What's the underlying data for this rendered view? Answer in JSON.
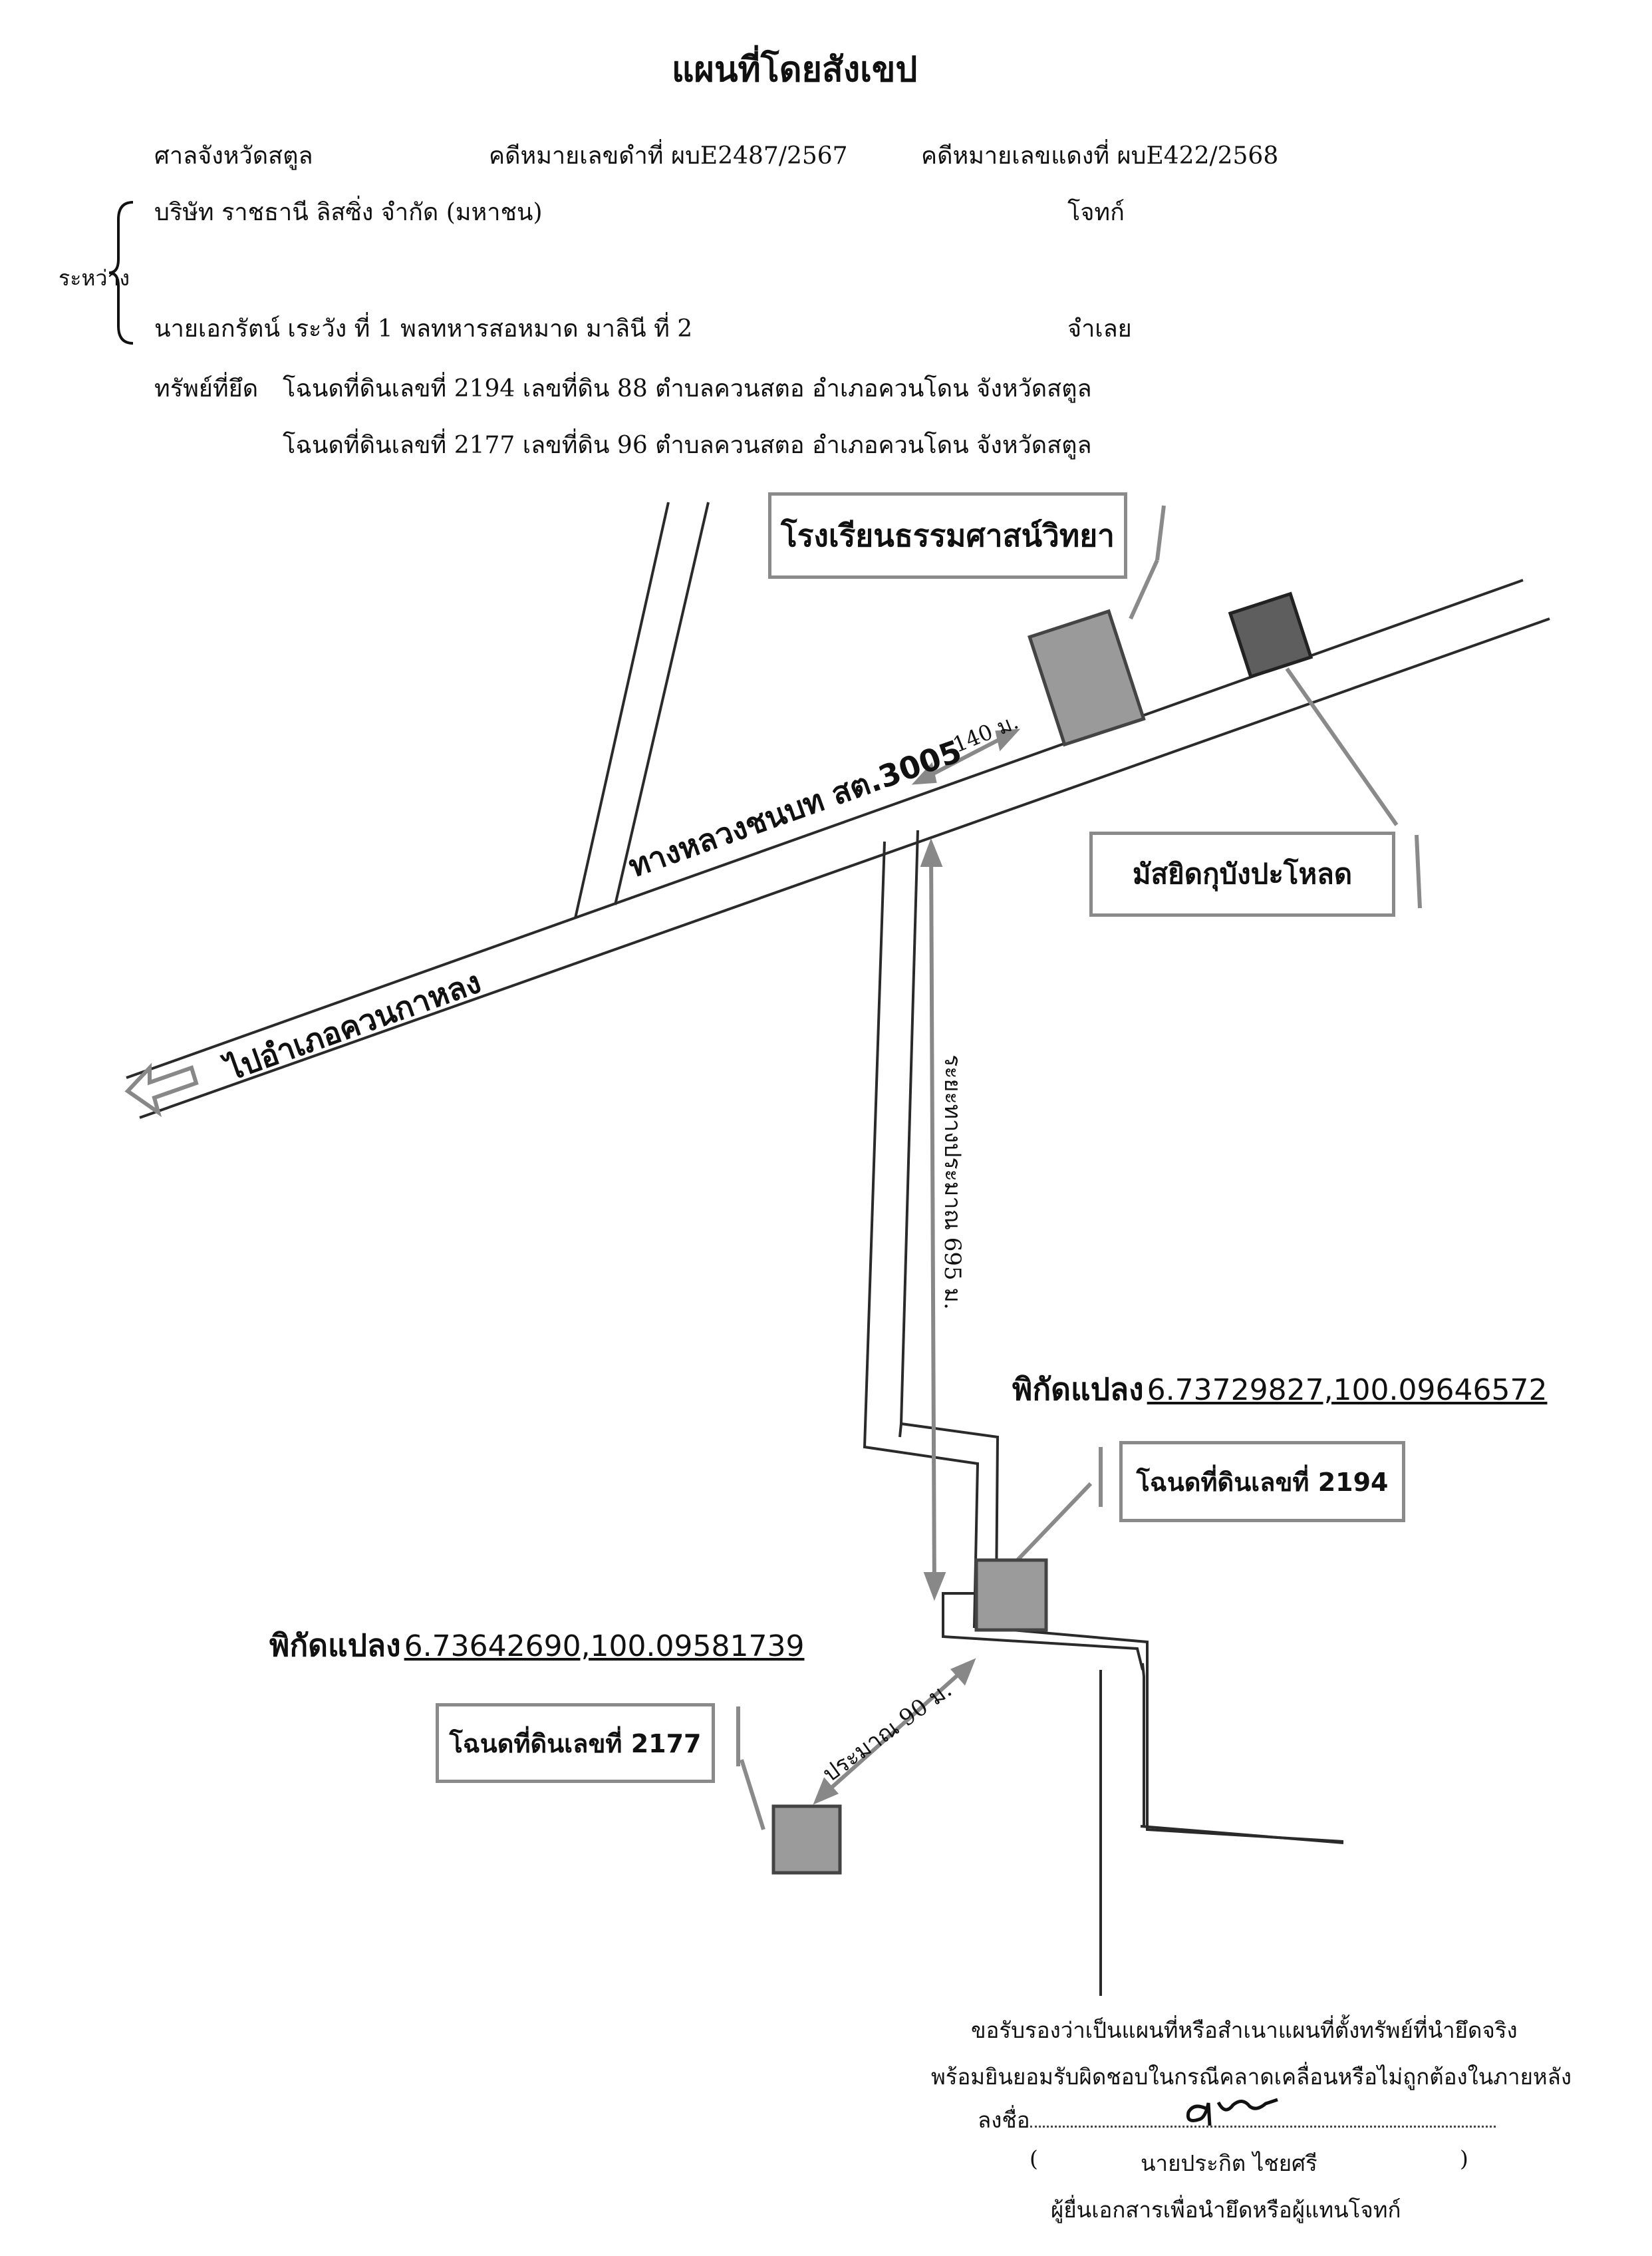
{
  "title": "แผนที่โดยสังเขป",
  "header": {
    "court": "ศาลจังหวัดสตูล",
    "black_case": "คดีหมายเลขดำที่ ผบE2487/2567",
    "red_case": "คดีหมายเลขแดงที่ ผบE422/2568",
    "plaintiff_name": "บริษัท ราชธานี ลิสซิ่ง จำกัด (มหาชน)",
    "plaintiff_role": "โจทก์",
    "between": "ระหว่าง",
    "defendant_name": "นายเอกรัตน์ เระวัง ที่ 1 พลทหารสอหมาด มาลินี ที่ 2",
    "defendant_role": "จำเลย",
    "seized_label": "ทรัพย์ที่ยึด",
    "deed1": "โฉนดที่ดินเลขที่ 2194 เลขที่ดิน 88 ตำบลควนสตอ อำเภอควนโดน จังหวัดสตูล",
    "deed2": "โฉนดที่ดินเลขที่ 2177 เลขที่ดิน 96 ตำบลควนสตอ อำเภอควนโดน จังหวัดสตูล"
  },
  "map": {
    "school": "โรงเรียนธรรมศาสน์วิทยา",
    "mosque": "มัสยิดกุบังปะโหลด",
    "road": "ทางหลวงชนบท สต.3005",
    "to_direction": "ไปอำเภอควนกาหลง",
    "dist_140": "140 ม.",
    "dist_695": "ระยะทางประมาณ 695 ม.",
    "dist_90": "ประมาณ 90 ม.",
    "parcel1_coord_label": "พิกัดแปลง",
    "parcel1_coord": "6.73729827,100.09646572",
    "parcel1_deed": "โฉนดที่ดินเลขที่ 2194",
    "parcel2_coord_label": "พิกัดแปลง",
    "parcel2_coord": "6.73642690,100.09581739",
    "parcel2_deed": "โฉนดที่ดินเลขที่ 2177"
  },
  "footer": {
    "cert_line1": "ขอรับรองว่าเป็นแผนที่หรือสำเนาแผนที่ตั้งทรัพย์ที่นำยึดจริง",
    "cert_line2": "พร้อมยินยอมรับผิดชอบในกรณีคลาดเคลื่อนหรือไม่ถูกต้องในภายหลัง",
    "sign_label": "ลงชื่อ",
    "paren_open": "(",
    "signer": "นายประกิต ไชยศรี",
    "paren_close": ")",
    "role": "ผู้ยื่นเอกสารเพื่อนำยึดหรือผู้แทนโจทก์"
  },
  "colors": {
    "road_line": "#2a2a2a",
    "arrow": "#888888",
    "school_fill": "#9a9a9a",
    "mosque_fill": "#5e5e5e",
    "parcel_fill": "#9b9b9b"
  }
}
